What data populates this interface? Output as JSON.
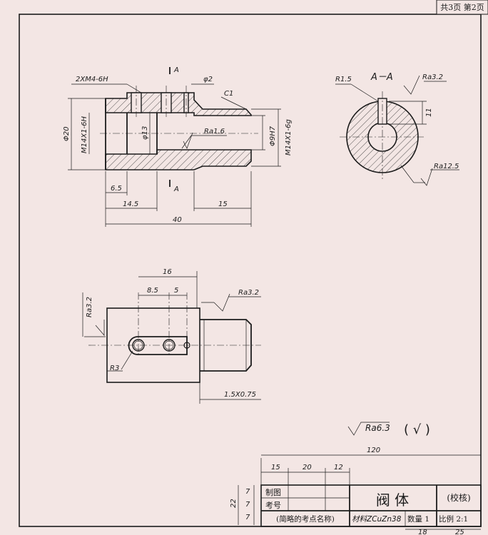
{
  "page_info": "共3页 第2页",
  "main_view": {
    "dims": {
      "thread_holes": "2XM4-6H",
      "section_mark": "A",
      "small_hole": "φ2",
      "chamfer": "C1",
      "outer_dia": "Φ20",
      "left_thread": "M14X1-6H",
      "inner_dia": "φ13",
      "bore": "Φ9H7",
      "right_thread": "M14X1-6g",
      "roughness": "Ra1.6",
      "len_a": "6.5",
      "len_b": "14.5",
      "len_c": "15",
      "total_len": "40"
    }
  },
  "section_view": {
    "title": "A－A",
    "dims": {
      "radius": "R1.5",
      "roughness_top": "Ra3.2",
      "height": "11",
      "roughness_outer": "Ra12.5"
    }
  },
  "top_view": {
    "dims": {
      "len_16": "16",
      "len_8_5": "8.5",
      "len_5": "5",
      "roughness_left": "Ra3.2",
      "roughness_top": "Ra3.2",
      "radius": "R3",
      "thread": "1.5X0.75"
    }
  },
  "general_roughness": {
    "value": "Ra6.3",
    "remainder": "( √ )"
  },
  "title_block": {
    "overall_width": "120",
    "col_15": "15",
    "col_20": "20",
    "col_12": "12",
    "height_22": "22",
    "row_7a": "7",
    "row_7b": "7",
    "row_7c": "7",
    "drawn_label": "制图",
    "exam_no_label": "考号",
    "part_name": "阀 体",
    "check_label": "(校核)",
    "exam_point": "(简略的考点名称)",
    "material": "材料ZCuZn38",
    "quantity": "数量 1",
    "scale": "比例  2:1",
    "col_18": "18",
    "col_25": "25"
  }
}
